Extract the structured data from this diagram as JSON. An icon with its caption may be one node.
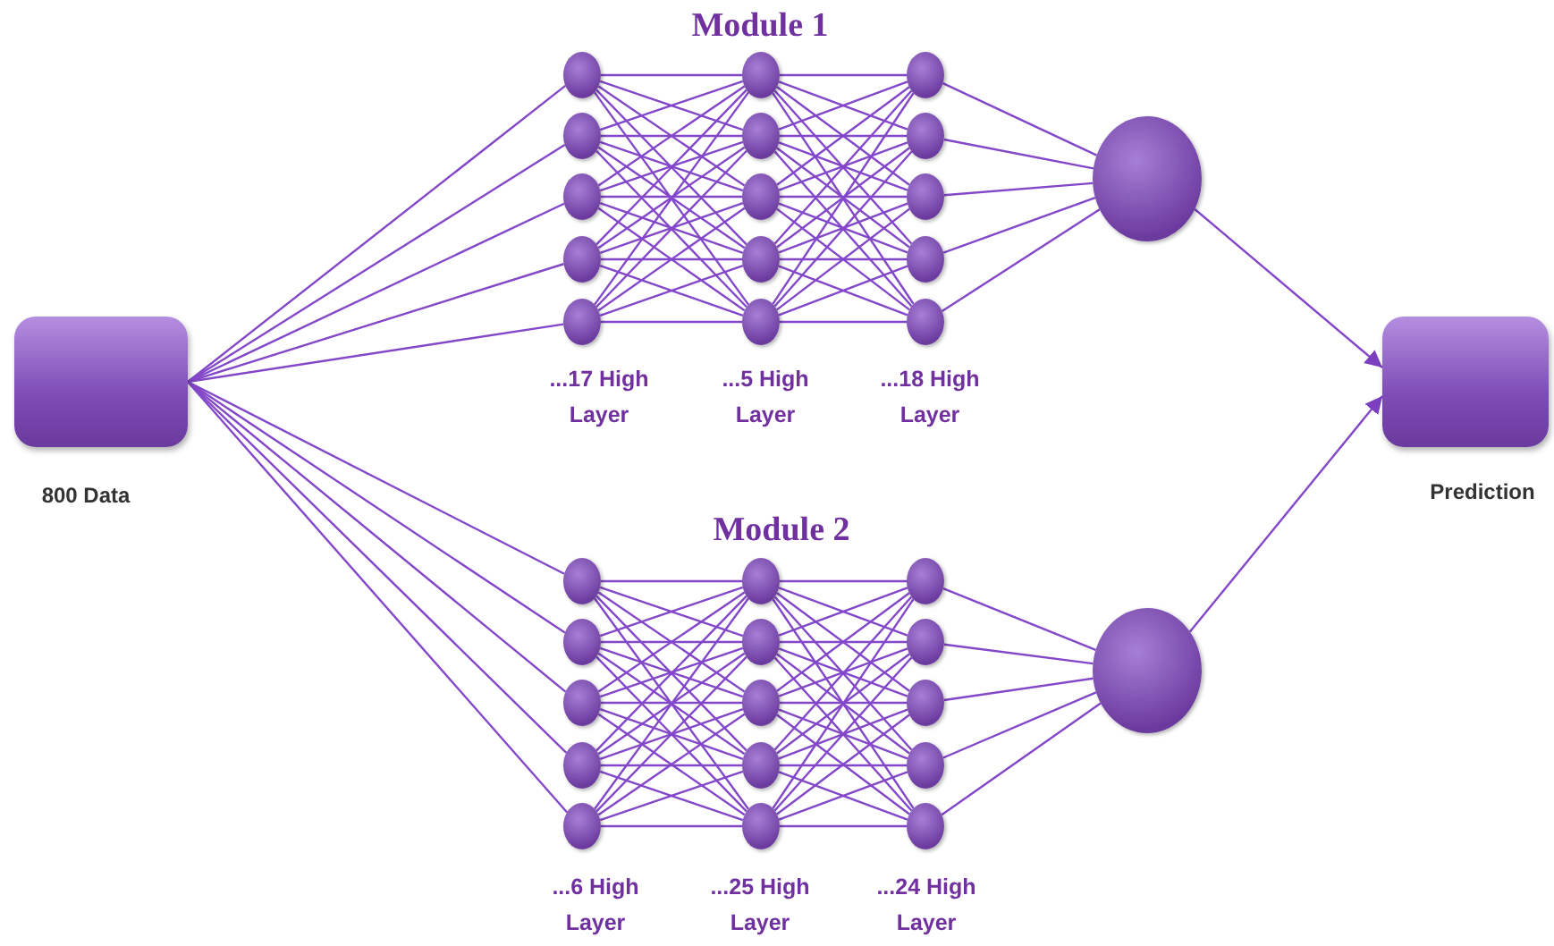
{
  "diagram": {
    "nodes": [
      {
        "text": [
          "800 Data"
        ]
      },
      {
        "text": [],
        "shape": "circle"
      },
      {
        "text": [],
        "shape": "circle"
      },
      {
        "text": [],
        "shape": "circle"
      },
      {
        "text": [],
        "shape": "circle"
      },
      {
        "text": [],
        "shape": "circle"
      },
      {
        "text": [],
        "shape": "circle"
      },
      {
        "text": [],
        "shape": "circle"
      },
      {
        "text": [],
        "shape": "circle"
      },
      {
        "text": [],
        "shape": "circle"
      },
      {
        "text": [],
        "shape": "circle"
      },
      {
        "text": [],
        "shape": "circle"
      },
      {
        "text": [],
        "shape": "circle"
      },
      {
        "text": [],
        "shape": "circle"
      },
      {
        "text": [],
        "shape": "circle"
      },
      {
        "text": [],
        "shape": "circle"
      },
      {
        "text": [],
        "shape": "circle"
      },
      {
        "text": [],
        "shape": "circle"
      },
      {
        "text": [],
        "shape": "circle"
      },
      {
        "text": [],
        "shape": "circle"
      },
      {
        "text": [],
        "shape": "circle"
      },
      {
        "text": [],
        "shape": "circle"
      },
      {
        "text": [],
        "shape": "circle"
      },
      {
        "text": [],
        "shape": "circle"
      },
      {
        "text": [],
        "shape": "circle"
      },
      {
        "text": [],
        "shape": "circle"
      },
      {
        "text": [],
        "shape": "circle"
      },
      {
        "text": [],
        "shape": "circle"
      },
      {
        "text": [],
        "shape": "circle"
      },
      {
        "text": [],
        "shape": "circle"
      },
      {
        "text": [],
        "shape": "circle"
      },
      {
        "text": [],
        "shape": "circle"
      },
      {
        "text": [],
        "shape": "circle"
      },
      {
        "text": [
          "Prediction"
        ]
      }
    ],
    "edges": [
      {
        "from": 0,
        "to": 1,
        "arrow": "none"
      },
      {
        "from": 0,
        "to": 2,
        "arrow": "none"
      },
      {
        "from": 0,
        "to": 3,
        "arrow": "none"
      },
      {
        "from": 0,
        "to": 4,
        "arrow": "none"
      },
      {
        "from": 0,
        "to": 5,
        "arrow": "none"
      },
      {
        "from": 1,
        "to": 6,
        "arrow": "none"
      },
      {
        "from": 1,
        "to": 7,
        "arrow": "none"
      },
      {
        "from": 1,
        "to": 8,
        "arrow": "none"
      },
      {
        "from": 1,
        "to": 9,
        "arrow": "none"
      },
      {
        "from": 1,
        "to": 10,
        "arrow": "none"
      },
      {
        "from": 2,
        "to": 6,
        "arrow": "none"
      },
      {
        "from": 2,
        "to": 7,
        "arrow": "none"
      },
      {
        "from": 2,
        "to": 8,
        "arrow": "none"
      },
      {
        "from": 2,
        "to": 9,
        "arrow": "none"
      },
      {
        "from": 2,
        "to": 10,
        "arrow": "none"
      },
      {
        "from": 3,
        "to": 6,
        "arrow": "none"
      },
      {
        "from": 3,
        "to": 7,
        "arrow": "none"
      },
      {
        "from": 3,
        "to": 8,
        "arrow": "none"
      },
      {
        "from": 3,
        "to": 9,
        "arrow": "none"
      },
      {
        "from": 3,
        "to": 10,
        "arrow": "none"
      },
      {
        "from": 4,
        "to": 6,
        "arrow": "none"
      },
      {
        "from": 4,
        "to": 7,
        "arrow": "none"
      },
      {
        "from": 4,
        "to": 8,
        "arrow": "none"
      },
      {
        "from": 4,
        "to": 9,
        "arrow": "none"
      },
      {
        "from": 4,
        "to": 10,
        "arrow": "none"
      },
      {
        "from": 5,
        "to": 6,
        "arrow": "none"
      },
      {
        "from": 5,
        "to": 7,
        "arrow": "none"
      },
      {
        "from": 5,
        "to": 8,
        "arrow": "none"
      },
      {
        "from": 5,
        "to": 9,
        "arrow": "none"
      },
      {
        "from": 5,
        "to": 10,
        "arrow": "none"
      },
      {
        "from": 6,
        "to": 11,
        "arrow": "none"
      },
      {
        "from": 6,
        "to": 12,
        "arrow": "none"
      },
      {
        "from": 6,
        "to": 13,
        "arrow": "none"
      },
      {
        "from": 6,
        "to": 14,
        "arrow": "none"
      },
      {
        "from": 6,
        "to": 15,
        "arrow": "none"
      },
      {
        "from": 7,
        "to": 11,
        "arrow": "none"
      },
      {
        "from": 7,
        "to": 12,
        "arrow": "none"
      },
      {
        "from": 7,
        "to": 13,
        "arrow": "none"
      },
      {
        "from": 7,
        "to": 14,
        "arrow": "none"
      },
      {
        "from": 7,
        "to": 15,
        "arrow": "none"
      },
      {
        "from": 8,
        "to": 11,
        "arrow": "none"
      },
      {
        "from": 8,
        "to": 12,
        "arrow": "none"
      },
      {
        "from": 8,
        "to": 13,
        "arrow": "none"
      },
      {
        "from": 8,
        "to": 14,
        "arrow": "none"
      },
      {
        "from": 8,
        "to": 15,
        "arrow": "none"
      },
      {
        "from": 9,
        "to": 11,
        "arrow": "none"
      },
      {
        "from": 9,
        "to": 12,
        "arrow": "none"
      },
      {
        "from": 9,
        "to": 13,
        "arrow": "none"
      },
      {
        "from": 9,
        "to": 14,
        "arrow": "none"
      },
      {
        "from": 9,
        "to": 15,
        "arrow": "none"
      },
      {
        "from": 10,
        "to": 11,
        "arrow": "none"
      },
      {
        "from": 10,
        "to": 12,
        "arrow": "none"
      },
      {
        "from": 10,
        "to": 13,
        "arrow": "none"
      },
      {
        "from": 10,
        "to": 14,
        "arrow": "none"
      },
      {
        "from": 10,
        "to": 15,
        "arrow": "none"
      },
      {
        "from": 11,
        "to": 31,
        "arrow": "none"
      },
      {
        "from": 12,
        "to": 31,
        "arrow": "none"
      },
      {
        "from": 13,
        "to": 31,
        "arrow": "none"
      },
      {
        "from": 14,
        "to": 31,
        "arrow": "none"
      },
      {
        "from": 15,
        "to": 31,
        "arrow": "none"
      },
      {
        "from": 0,
        "to": 16,
        "arrow": "none"
      },
      {
        "from": 0,
        "to": 17,
        "arrow": "none"
      },
      {
        "from": 0,
        "to": 18,
        "arrow": "none"
      },
      {
        "from": 0,
        "to": 19,
        "arrow": "none"
      },
      {
        "from": 0,
        "to": 20,
        "arrow": "none"
      },
      {
        "from": 16,
        "to": 21,
        "arrow": "none"
      },
      {
        "from": 16,
        "to": 22,
        "arrow": "none"
      },
      {
        "from": 16,
        "to": 23,
        "arrow": "none"
      },
      {
        "from": 16,
        "to": 24,
        "arrow": "none"
      },
      {
        "from": 16,
        "to": 25,
        "arrow": "none"
      },
      {
        "from": 17,
        "to": 21,
        "arrow": "none"
      },
      {
        "from": 17,
        "to": 22,
        "arrow": "none"
      },
      {
        "from": 17,
        "to": 23,
        "arrow": "none"
      },
      {
        "from": 17,
        "to": 24,
        "arrow": "none"
      },
      {
        "from": 17,
        "to": 25,
        "arrow": "none"
      },
      {
        "from": 18,
        "to": 21,
        "arrow": "none"
      },
      {
        "from": 18,
        "to": 22,
        "arrow": "none"
      },
      {
        "from": 18,
        "to": 23,
        "arrow": "none"
      },
      {
        "from": 18,
        "to": 24,
        "arrow": "none"
      },
      {
        "from": 18,
        "to": 25,
        "arrow": "none"
      },
      {
        "from": 19,
        "to": 21,
        "arrow": "none"
      },
      {
        "from": 19,
        "to": 22,
        "arrow": "none"
      },
      {
        "from": 19,
        "to": 23,
        "arrow": "none"
      },
      {
        "from": 19,
        "to": 24,
        "arrow": "none"
      },
      {
        "from": 19,
        "to": 25,
        "arrow": "none"
      },
      {
        "from": 20,
        "to": 21,
        "arrow": "none"
      },
      {
        "from": 20,
        "to": 22,
        "arrow": "none"
      },
      {
        "from": 20,
        "to": 23,
        "arrow": "none"
      },
      {
        "from": 20,
        "to": 24,
        "arrow": "none"
      },
      {
        "from": 20,
        "to": 25,
        "arrow": "none"
      },
      {
        "from": 21,
        "to": 26,
        "arrow": "none"
      },
      {
        "from": 21,
        "to": 27,
        "arrow": "none"
      },
      {
        "from": 21,
        "to": 28,
        "arrow": "none"
      },
      {
        "from": 21,
        "to": 29,
        "arrow": "none"
      },
      {
        "from": 21,
        "to": 30,
        "arrow": "none"
      },
      {
        "from": 22,
        "to": 26,
        "arrow": "none"
      },
      {
        "from": 22,
        "to": 27,
        "arrow": "none"
      },
      {
        "from": 22,
        "to": 28,
        "arrow": "none"
      },
      {
        "from": 22,
        "to": 29,
        "arrow": "none"
      },
      {
        "from": 22,
        "to": 30,
        "arrow": "none"
      },
      {
        "from": 23,
        "to": 26,
        "arrow": "none"
      },
      {
        "from": 23,
        "to": 27,
        "arrow": "none"
      },
      {
        "from": 23,
        "to": 28,
        "arrow": "none"
      },
      {
        "from": 23,
        "to": 29,
        "arrow": "none"
      },
      {
        "from": 23,
        "to": 30,
        "arrow": "none"
      },
      {
        "from": 24,
        "to": 26,
        "arrow": "none"
      },
      {
        "from": 24,
        "to": 27,
        "arrow": "none"
      },
      {
        "from": 24,
        "to": 28,
        "arrow": "none"
      },
      {
        "from": 24,
        "to": 29,
        "arrow": "none"
      },
      {
        "from": 24,
        "to": 30,
        "arrow": "none"
      },
      {
        "from": 25,
        "to": 26,
        "arrow": "none"
      },
      {
        "from": 25,
        "to": 27,
        "arrow": "none"
      },
      {
        "from": 25,
        "to": 28,
        "arrow": "none"
      },
      {
        "from": 25,
        "to": 29,
        "arrow": "none"
      },
      {
        "from": 25,
        "to": 30,
        "arrow": "none"
      },
      {
        "from": 26,
        "to": 32,
        "arrow": "none"
      },
      {
        "from": 27,
        "to": 32,
        "arrow": "none"
      },
      {
        "from": 28,
        "to": 32,
        "arrow": "none"
      },
      {
        "from": 29,
        "to": 32,
        "arrow": "none"
      },
      {
        "from": 30,
        "to": 32,
        "arrow": "none"
      },
      {
        "from": 31,
        "to": 33,
        "arrow": "to"
      },
      {
        "from": 32,
        "to": 33,
        "arrow": "to"
      }
    ],
    "labels": [
      "Module 1",
      "...17 High Layer",
      "...5 High Layer",
      "...18 High Layer",
      "Module 2",
      "...6 High Layer",
      "...25 High Layer",
      "...24 High Layer"
    ]
  }
}
